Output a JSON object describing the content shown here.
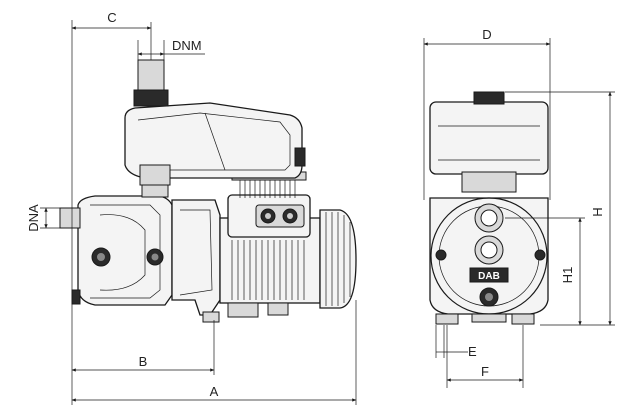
{
  "dimension_labels": {
    "A": "A",
    "B": "B",
    "C": "C",
    "D": "D",
    "E": "E",
    "F": "F",
    "H": "H",
    "H1": "H1",
    "DNA": "DNA",
    "DNM": "DNM"
  },
  "brand_logo": "DAB"
}
